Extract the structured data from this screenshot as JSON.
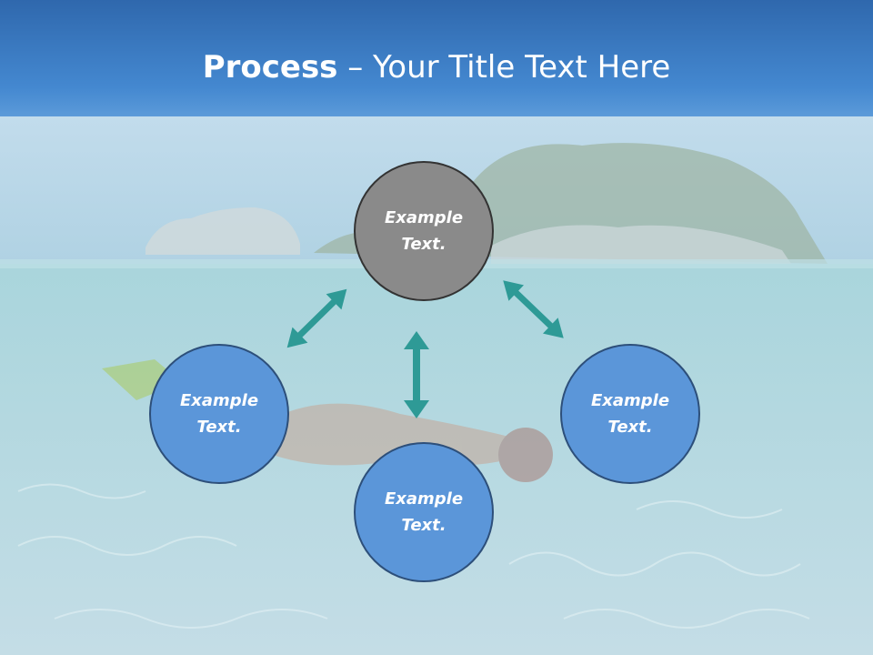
{
  "title": {
    "bold": "Process",
    "rest": " – Your Title Text Here"
  },
  "nodes": {
    "top": {
      "label": "Example Text."
    },
    "left": {
      "label": "Example Text."
    },
    "right": {
      "label": "Example Text."
    },
    "bottom": {
      "label": "Example Text."
    }
  },
  "colors": {
    "title_band": "#3f7fc6",
    "node_fill": "#5b96d9",
    "center_fill": "#8a8a8a",
    "arrow": "#2e9a96"
  }
}
